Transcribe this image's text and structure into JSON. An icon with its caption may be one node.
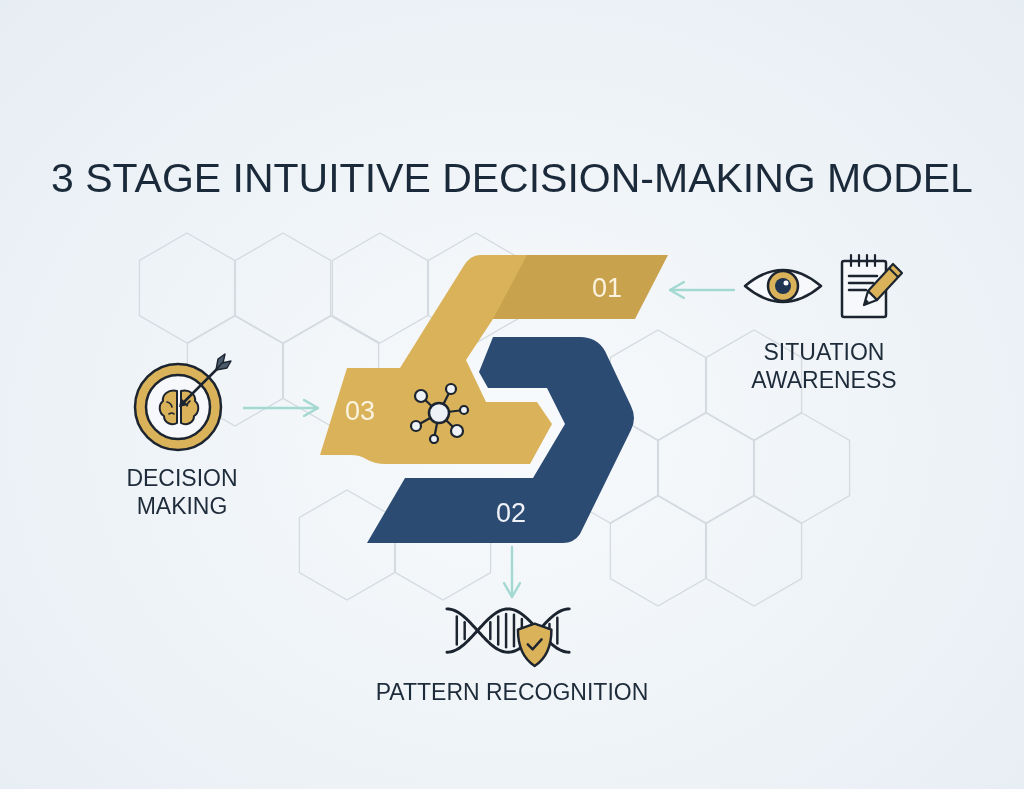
{
  "diagram": {
    "title": "3 STAGE INTUITIVE DECISION-MAKING MODEL",
    "nodes": [
      {
        "text": [
          "01"
        ]
      },
      {
        "text": [
          "02"
        ]
      },
      {
        "text": [
          "03"
        ]
      },
      {
        "text": [
          "SITUATION AWARENESS"
        ]
      },
      {
        "text": [
          "PATTERN RECOGNITION"
        ]
      },
      {
        "text": [
          "DECISION MAKING"
        ]
      }
    ],
    "edges": [
      {
        "from": 3,
        "to": 0,
        "arrow": "to"
      },
      {
        "from": 1,
        "to": 4,
        "arrow": "to"
      },
      {
        "from": 5,
        "to": 2,
        "arrow": "to"
      }
    ]
  }
}
